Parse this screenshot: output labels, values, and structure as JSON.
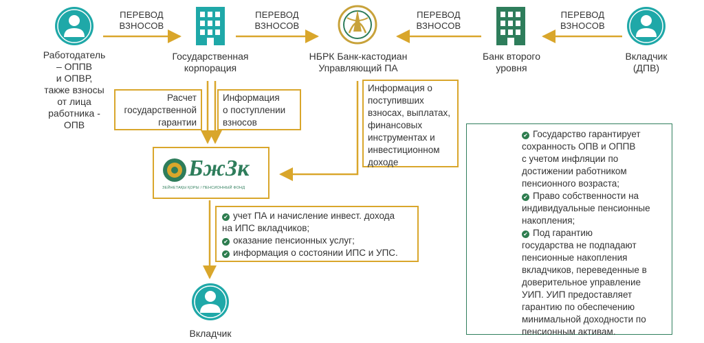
{
  "colors": {
    "teal": "#1fa8a8",
    "green": "#2e7d5b",
    "gold": "#d9a62b"
  },
  "arrows": {
    "a1": "ПЕРЕВОД\nВЗНОСОВ",
    "a2": "ПЕРЕВОД\nВЗНОСОВ",
    "a3": "ПЕРЕВОД\nВЗНОСОВ",
    "a4": "ПЕРЕВОД\nВЗНОСОВ"
  },
  "nodes": {
    "employer": "Работодатель\n– ОППВ\nи ОПВР,\nтакже взносы\nот лица\nработника -\nОПВ",
    "gov_corp": "Государственная\nкорпорация",
    "nbrk": "НБРК Банк-кастодиан\nУправляющий ПА",
    "bank": "Банк второго\nуровня",
    "depositor_dpv": "Вкладчик\n(ДПВ)",
    "depositor": "Вкладчик"
  },
  "notes": {
    "guarantee": "Расчет\nгосударственной\nгарантии",
    "contrib_info": "Информация\nо поступлении\nвзносов",
    "nbrk_info": "Информация о\nпоступивших\nвзносах, выплатах,\nфинансовых\nинструментах и\nинвестиционном\nдоходе"
  },
  "logo": {
    "name": "БжЗк",
    "sub": "ЗЕЙНЕТАҚЫ ҚОРЫ / ПЕНСИОННЫЙ ФОНД"
  },
  "services": [
    "учет ПА и начисление инвест. дохода\nна ИПС вкладчиков;",
    "оказание пенсионных услуг;",
    "информация о состоянии ИПС и УПС."
  ],
  "guarantees": [
    "Государство гарантирует\nсохранность ОПВ и ОППВ\nс учетом инфляции по\nдостижении работником\nпенсионного возраста;",
    "Право собственности на\nиндивидуальные пенсионные\nнакопления;",
    "Под гарантию\nгосударства не подпадают\nпенсионные накопления\nвкладчиков, переведенные в\nдоверительное управление\nУИП. УИП предоставляет\nгарантию по обеспечению\nминимальной доходности по\nпенсионным активам."
  ]
}
